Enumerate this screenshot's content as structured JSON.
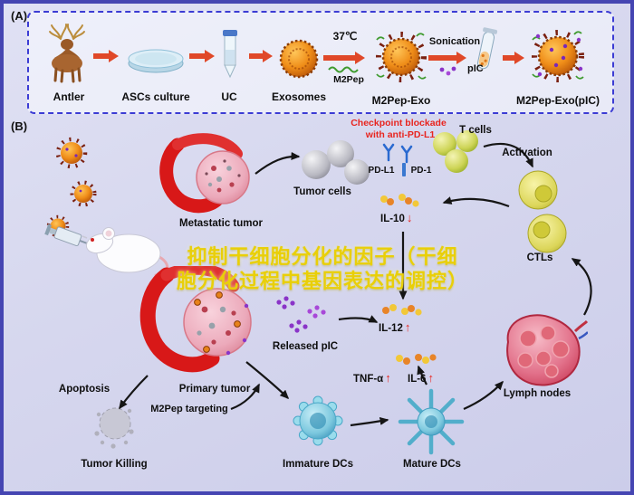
{
  "colors": {
    "background": "#d6d7ee",
    "frame_border": "#4545b2",
    "panel_box_border": "#3c3cd4",
    "red_text": "#e8251f",
    "watermark_yellow": "#e9cf08",
    "arrow_red": "#e04828"
  },
  "panel_a": {
    "tag": "(A)",
    "steps": [
      {
        "label": "Antler",
        "icon": "deer-antler-icon"
      },
      {
        "label": "ASCs culture",
        "icon": "petri-dish-icon"
      },
      {
        "label": "UC",
        "icon": "centrifuge-tube-icon"
      },
      {
        "label": "Exosomes",
        "icon": "exosome-icon"
      },
      {
        "label": "M2Pep-Exo",
        "icon": "m2pep-exosome-icon"
      },
      {
        "label": "M2Pep-Exo(pIC)",
        "icon": "m2pep-pic-exosome-icon"
      }
    ],
    "temp_label": "37℃",
    "m2pep_label": "M2Pep",
    "sonication_label": "Sonication",
    "pic_label": "pIC"
  },
  "panel_b": {
    "tag": "(B)",
    "checkpoint_line1": "Checkpoint blockade",
    "checkpoint_line2": "with anti-PD-L1",
    "tumor_cells": "Tumor cells",
    "pd_l1": "PD-L1",
    "pd_1": "PD-1",
    "t_cells": "T cells",
    "activation": "Activation",
    "ctls": "CTLs",
    "il10": "IL-10",
    "il10_dir": "↓",
    "il12": "IL-12",
    "il12_dir": "↑",
    "tnf": "TNF-α",
    "tnf_dir": "↑",
    "il6": "IL-6",
    "il6_dir": "↑",
    "released_pic": "Released pIC",
    "metastatic_tumor": "Metastatic tumor",
    "primary_tumor": "Primary tumor",
    "m2pep_targeting": "M2Pep targeting",
    "apoptosis": "Apoptosis",
    "tumor_killing": "Tumor Killing",
    "immature_dcs": "Immature DCs",
    "mature_dcs": "Mature DCs",
    "lymph_nodes": "Lymph nodes"
  },
  "watermark": {
    "line1": "抑制干细胞分化的因子（干细",
    "line2": "胞分化过程中基因表达的调控）"
  },
  "icons": [
    "deer-antler-icon",
    "petri-dish-icon",
    "centrifuge-tube-icon",
    "exosome-icon",
    "m2pep-exosome-icon",
    "sonication-tube-icon",
    "m2pep-pic-exosome-icon",
    "virus-particle-icon",
    "syringe-icon",
    "mouse-icon",
    "metastatic-tumor-graphic",
    "primary-tumor-graphic",
    "tumor-cells-graphic",
    "anti-pdl1-antibody-icon",
    "t-cells-graphic",
    "ctl-cells-graphic",
    "cytokine-dots-icon",
    "pic-cluster-graphic",
    "immature-dc-graphic",
    "mature-dc-graphic",
    "lymph-node-graphic",
    "tumor-killing-graphic"
  ]
}
